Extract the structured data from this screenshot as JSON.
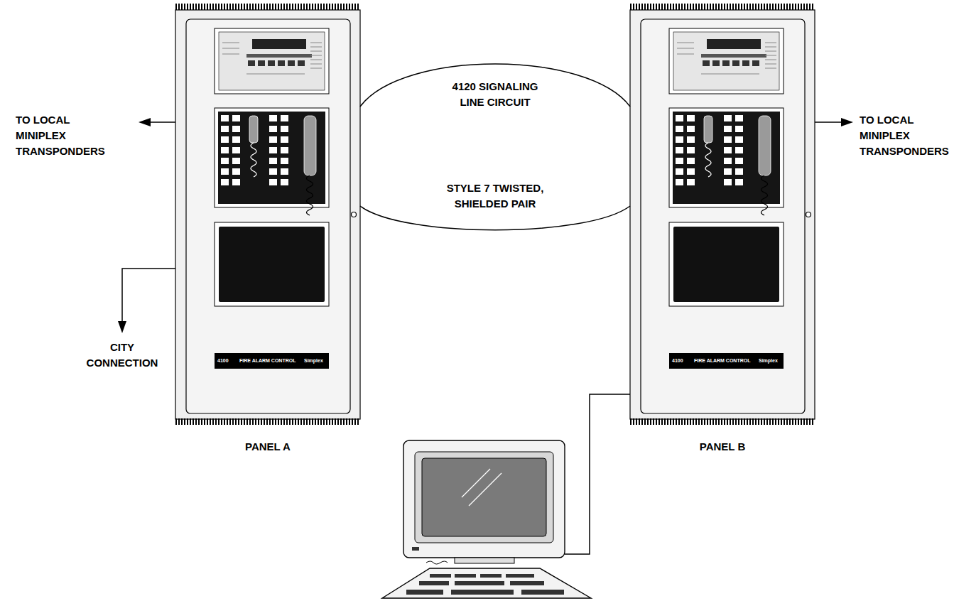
{
  "diagram": {
    "nodes": [
      {
        "text": [
          "PANEL A"
        ]
      },
      {
        "text": [
          "PANEL B"
        ]
      }
    ],
    "edges": [
      {
        "from": 0,
        "to": 1,
        "arrow": "none",
        "label": "4120 SIGNALING LINE CIRCUIT"
      },
      {
        "from": 0,
        "to": 1,
        "arrow": "none",
        "label": "STYLE 7 TWISTED, SHIELDED PAIR"
      }
    ],
    "labels": [
      "TO LOCAL MINIPLEX TRANSPONDERS",
      "TO LOCAL MINIPLEX TRANSPONDERS",
      "CITY CONNECTION",
      "4100",
      "FIRE ALARM CONTROL",
      "Simplex",
      "4100",
      "FIRE ALARM CONTROL",
      "Simplex"
    ]
  }
}
